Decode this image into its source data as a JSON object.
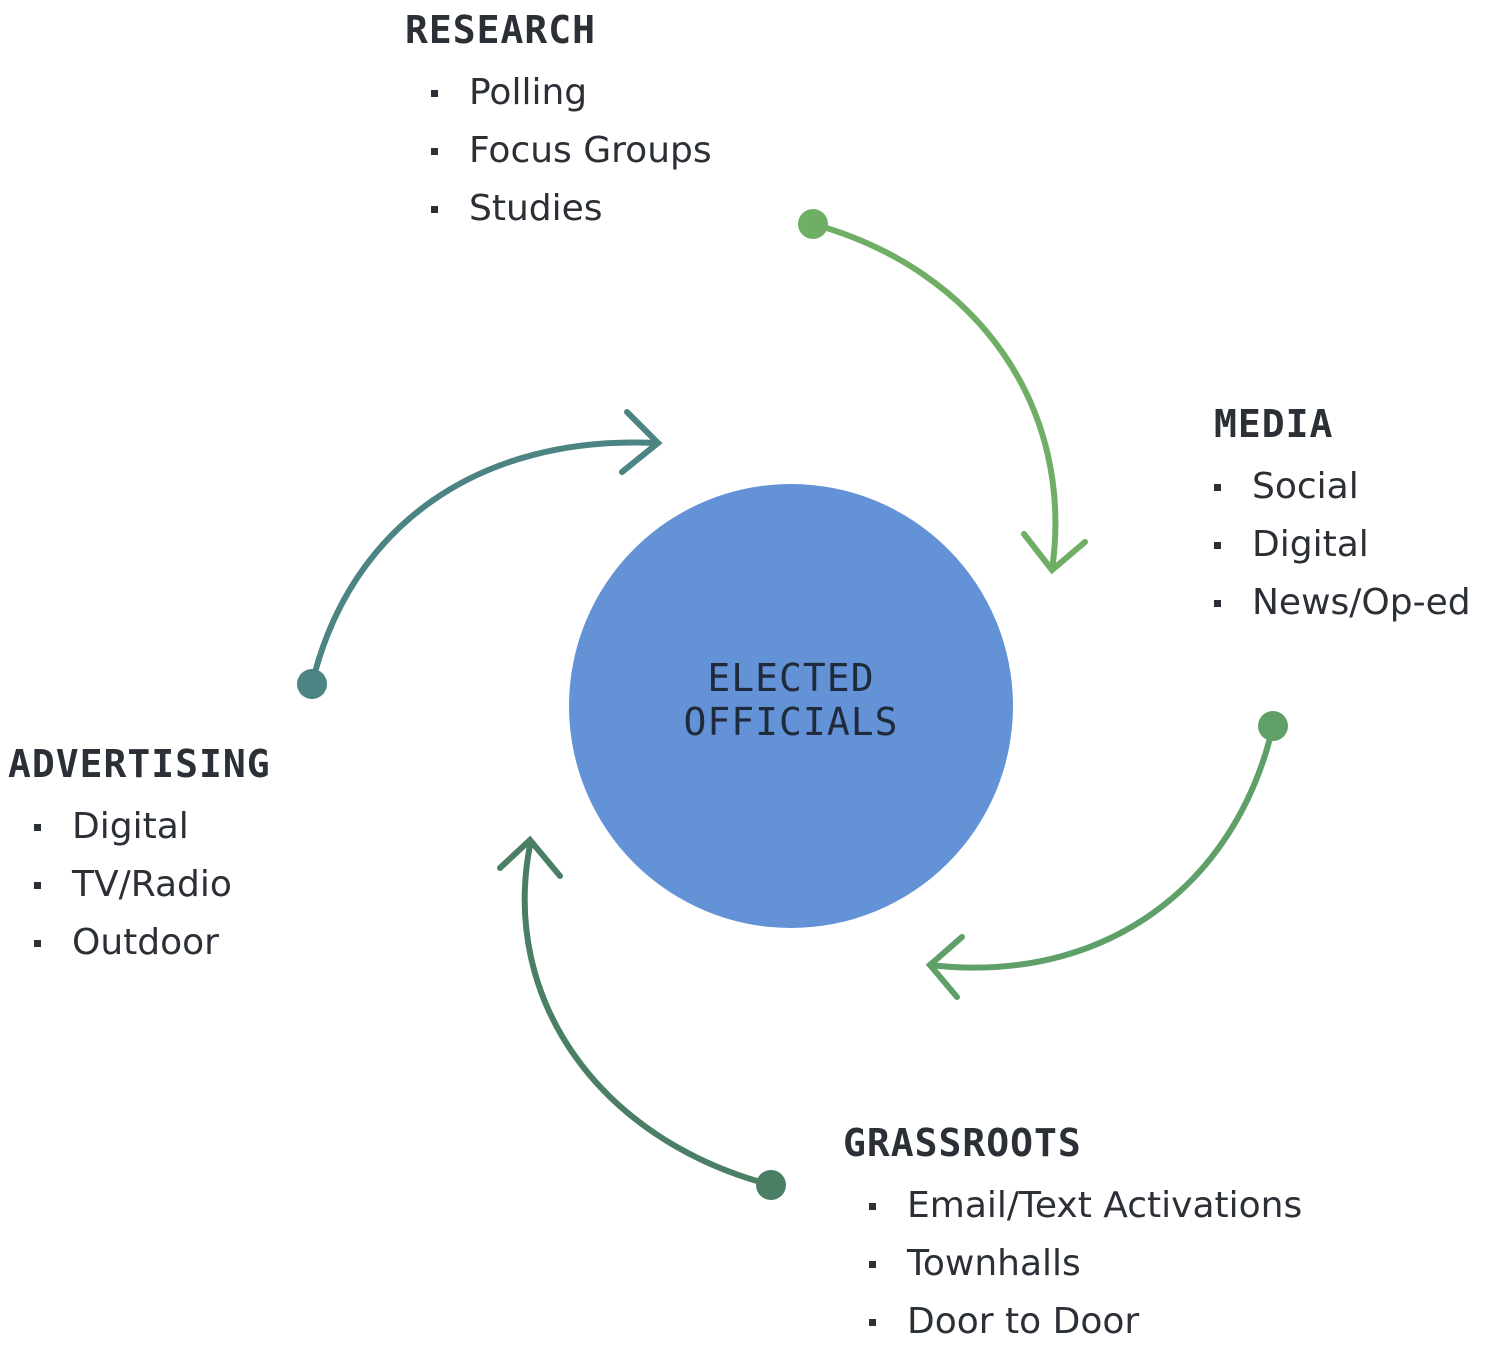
{
  "center": {
    "label": "ELECTED\nOFFICIALS",
    "color": "#6392d6"
  },
  "groups": {
    "research": {
      "title": "RESEARCH",
      "items": [
        "Polling",
        "Focus Groups",
        "Studies"
      ]
    },
    "media": {
      "title": "MEDIA",
      "items": [
        "Social",
        "Digital",
        "News/Op-ed"
      ]
    },
    "grassroots": {
      "title": "GRASSROOTS",
      "items": [
        "Email/Text Activations",
        "Townhalls",
        "Door to Door"
      ]
    },
    "advertising": {
      "title": "ADVERTISING",
      "items": [
        "Digital",
        "TV/Radio",
        "Outdoor"
      ]
    }
  },
  "arrow_colors": {
    "research_to_media": "#6fae64",
    "media_to_center": "#5f9f68",
    "grassroots_to_center": "#4a7f66",
    "advertising_to_center": "#4c8483"
  }
}
